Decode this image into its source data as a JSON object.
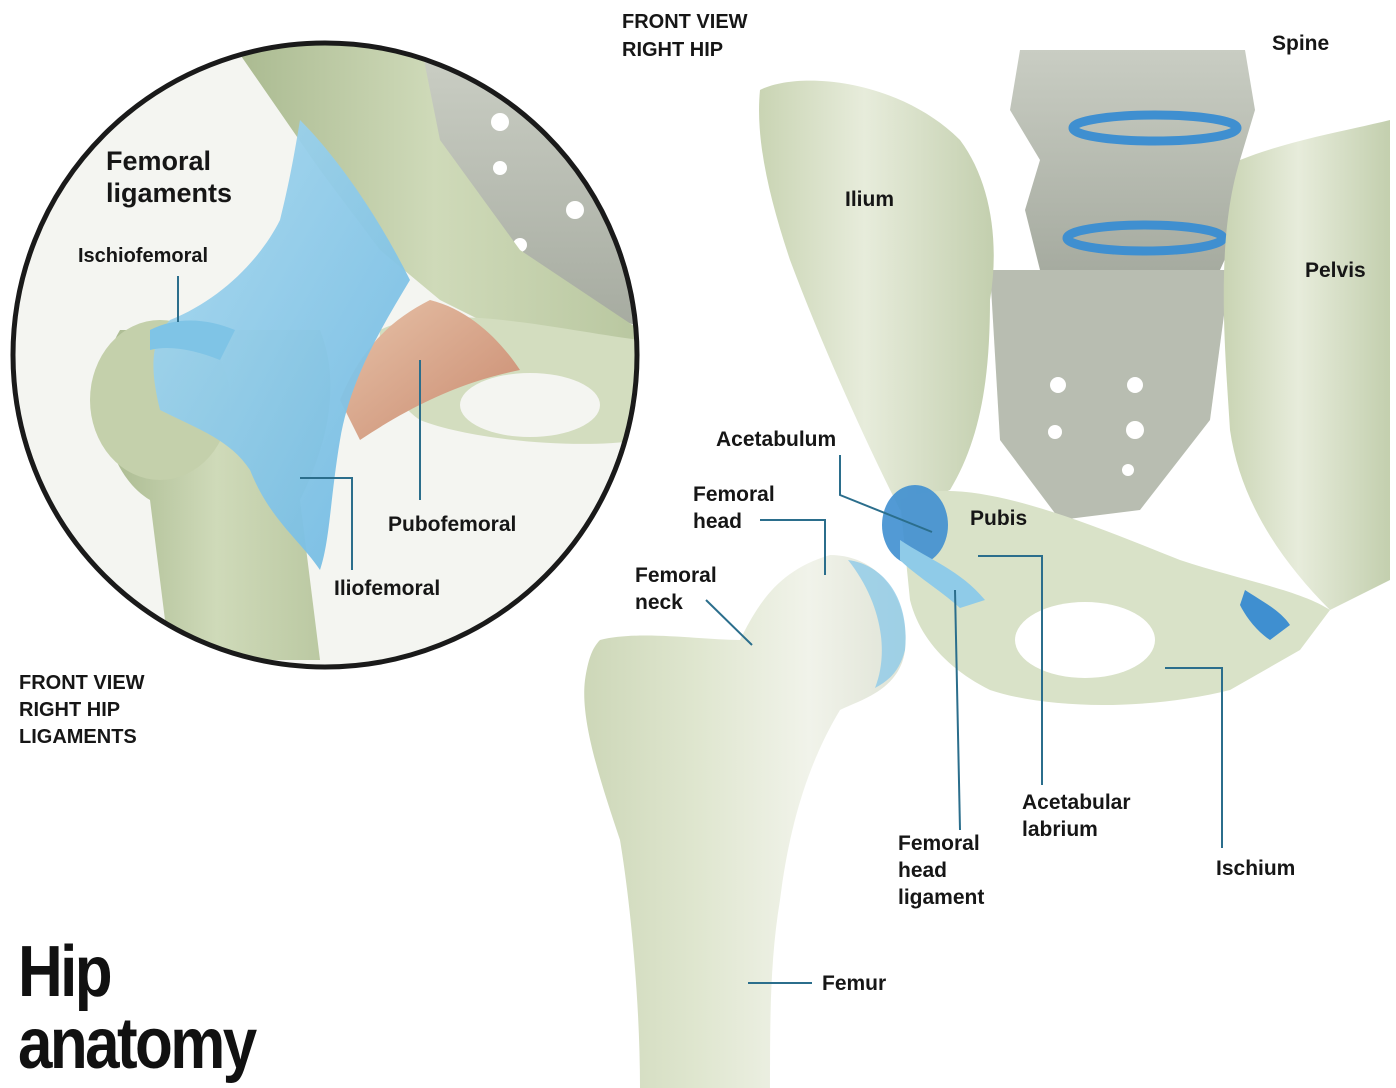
{
  "title": "Hip\nanatomy",
  "inset": {
    "heading": "Femoral\nligaments",
    "caption": "FRONT VIEW\nRIGHT HIP\nLIGAMENTS",
    "labels": {
      "ischiofemoral": "Ischiofemoral",
      "pubofemoral": "Pubofemoral",
      "iliofemoral": "Iliofemoral"
    }
  },
  "main": {
    "caption": "FRONT VIEW\nRIGHT HIP",
    "labels": {
      "spine": "Spine",
      "ilium": "Ilium",
      "pelvis": "Pelvis",
      "acetabulum": "Acetabulum",
      "femoral_head": "Femoral\nhead",
      "pubis": "Pubis",
      "femoral_neck": "Femoral\nneck",
      "acetabular_labrium": "Acetabular\nlabrium",
      "femoral_head_ligament": "Femoral\nhead\nligament",
      "ischium": "Ischium",
      "femur": "Femur"
    }
  },
  "colors": {
    "bone": "#dfe7cf",
    "bone_shadow": "#9fb08b",
    "ligament_blue": "#8fcbe8",
    "cartilage_blue": "#3f8fd0",
    "pubofemoral_red": "#d8a58b",
    "leader_line": "#2b6e8c",
    "circle_border": "#1a1a1a"
  }
}
